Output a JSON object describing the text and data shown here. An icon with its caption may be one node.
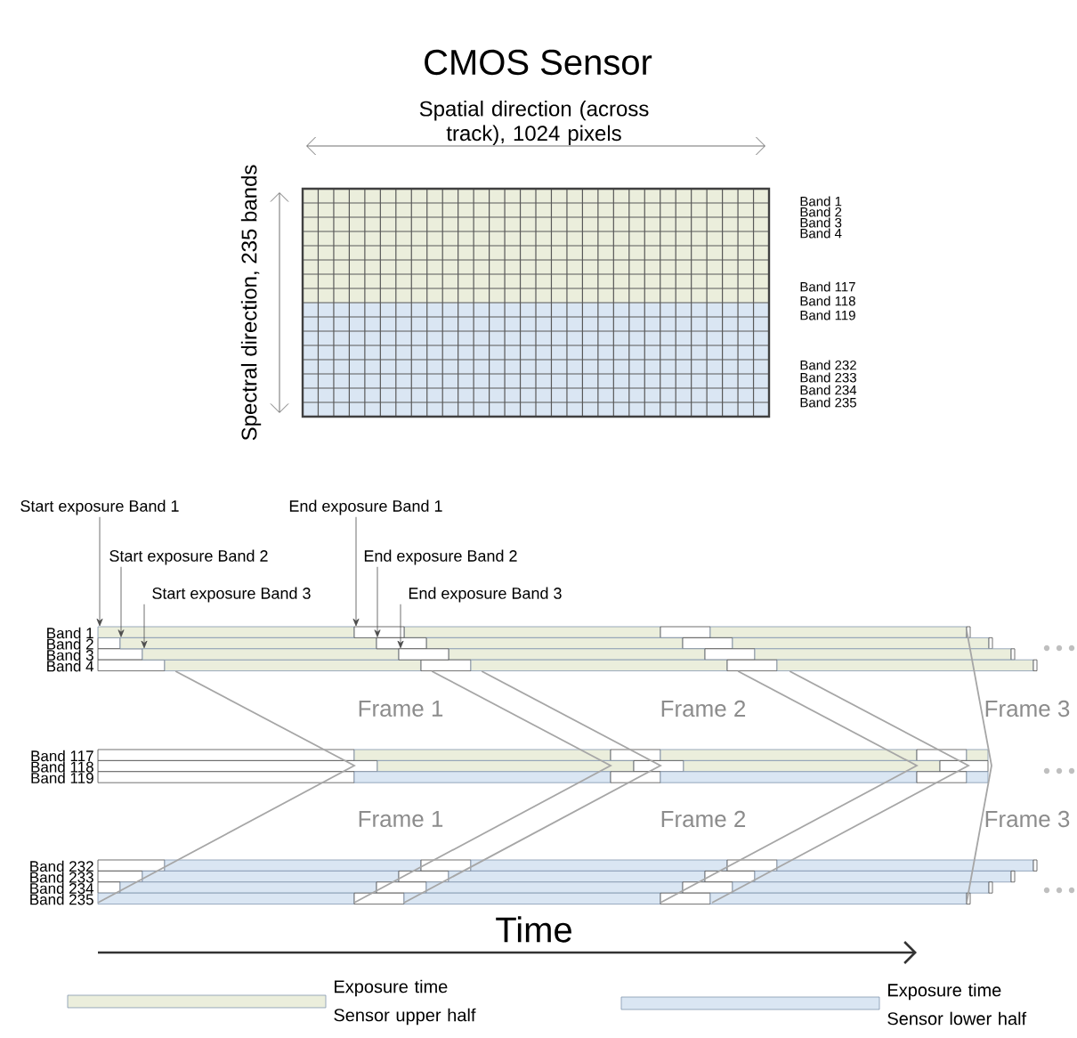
{
  "diagram": {
    "title": "CMOS Sensor",
    "nodes": [
      {
        "text": [
          "Start exposure Band 1"
        ]
      },
      {
        "text": [
          "Start exposure Band 2"
        ]
      },
      {
        "text": [
          "Start exposure Band 3"
        ]
      },
      {
        "text": [
          "End exposure Band 1"
        ]
      },
      {
        "text": [
          "End exposure Band 2"
        ]
      },
      {
        "text": [
          "End exposure Band 3"
        ]
      },
      {
        "text": [],
        "shape": "bar"
      },
      {
        "text": [],
        "shape": "bar"
      },
      {
        "text": [],
        "shape": "bar"
      },
      {
        "text": [],
        "shape": "box"
      },
      {
        "text": [],
        "shape": "box"
      },
      {
        "text": [],
        "shape": "box"
      }
    ],
    "edges": [
      {
        "from": 0,
        "to": 6,
        "arrow": "to"
      },
      {
        "from": 1,
        "to": 7,
        "arrow": "to"
      },
      {
        "from": 2,
        "to": 8,
        "arrow": "to"
      },
      {
        "from": 3,
        "to": 9,
        "arrow": "to"
      },
      {
        "from": 4,
        "to": 10,
        "arrow": "to"
      },
      {
        "from": 5,
        "to": 11,
        "arrow": "to"
      }
    ],
    "labels": [
      "Spatial direction (across track), 1024 pixels",
      "Spectral direction, 235 bands",
      "Band 1",
      "Band 2",
      "Band 3",
      "Band 4",
      "Band 117",
      "Band 118",
      "Band 119",
      "Band 232",
      "Band 233",
      "Band 234",
      "Band 235",
      "Band 1",
      "Band 2",
      "Band 3",
      "Band 4",
      "Frame 1",
      "Frame 2",
      "Frame 3",
      "Band 117",
      "Band 118",
      "Band 119",
      "Frame 1",
      "Frame 2",
      "Frame 3",
      "Band 232",
      "Band 233",
      "Band 234",
      "Band 235",
      "Time"
    ],
    "legend": [
      {
        "text": "Exposure time Sensor upper half",
        "color": "#ebeedc"
      },
      {
        "text": "Exposure time Sensor lower half",
        "color": "#dae6f3"
      }
    ]
  }
}
